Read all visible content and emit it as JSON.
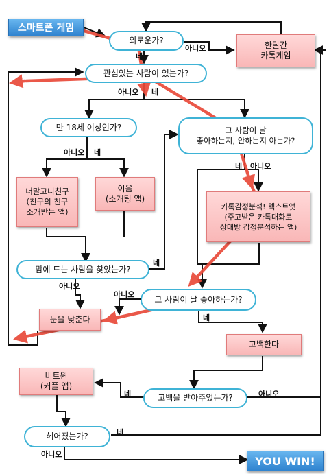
{
  "title_banner": "스마트폰 게임",
  "win_banner": "YOU WIN!",
  "nodes": {
    "lonely": "외로운가?",
    "crush": "관심있는 사람이 있는가?",
    "age18": "만 18세 이상인가?",
    "likes_me": "그 사람이 날\n좋아하는지, 안하는지 아는가?",
    "friend_of_friend_app": "너말고니친구\n(친구의 친구\n소개받는 앱)",
    "eum_app": "이음\n(소개팅 앱)",
    "kakao_analysis": "카톡감정분석! 텍스트앳\n(주고받은 카톡대화로\n상대방 감정분석하는 앱)",
    "found_person": "맘에 드는 사람을 찾았는가?",
    "likes_me_q": "그 사람이 날 좋아하는가?",
    "lower_standards": "눈을 낮춘다",
    "confess": "고백한다",
    "between_app": "비트윈\n(커플 앱)",
    "accepted": "고백을 받아주었는가?",
    "broke_up": "헤어졌는가?",
    "kakao_game": "한달간\n카톡게임"
  },
  "edge_labels": {
    "lonely_no": "아니오",
    "lonely_yes": "네",
    "crush_no": "아니오",
    "crush_yes": "네",
    "age_no": "아니오",
    "age_yes": "네",
    "know_yes": "네",
    "know_no": "아니오",
    "found_yes": "네",
    "found_no": "아니오",
    "likes_no": "아니오",
    "likes_yes": "네",
    "accepted_yes": "네",
    "accepted_no": "아니오",
    "broke_yes": "네",
    "broke_no": "아니오"
  },
  "colors": {
    "pill_border": "#3fb3d6",
    "box_fill": "#f9b7b7",
    "line": "#111111",
    "arrow_overlay": "#e94a3a",
    "banner": "#3a8fd8"
  }
}
